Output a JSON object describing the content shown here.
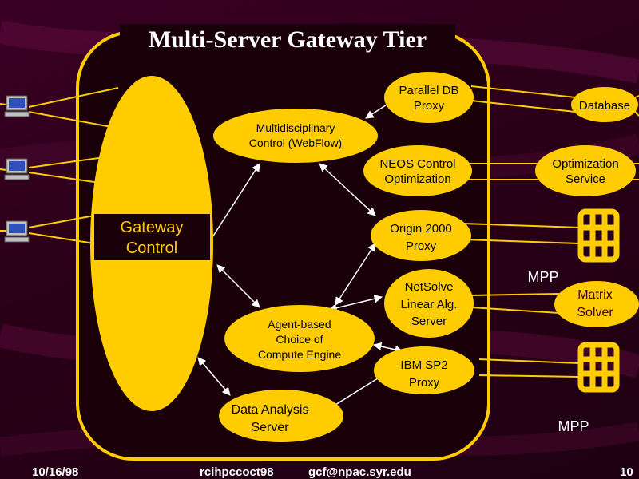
{
  "title": "Multi-Server Gateway Tier",
  "nodes": {
    "gateway_control": [
      "Gateway",
      "Control"
    ],
    "parallel_db_proxy": [
      "Parallel DB",
      "Proxy"
    ],
    "database": [
      "Database"
    ],
    "multidisciplinary": [
      "Multidisciplinary",
      "Control (WebFlow)"
    ],
    "neos": [
      "NEOS Control",
      "Optimization"
    ],
    "optimization_service": [
      "Optimization",
      "Service"
    ],
    "origin_proxy": [
      "Origin 2000",
      "Proxy"
    ],
    "netsolve": [
      "NetSolve",
      "Linear Alg.",
      "Server"
    ],
    "matrix_solver": [
      "Matrix",
      "Solver"
    ],
    "agent_based": [
      "Agent-based",
      "Choice of",
      "Compute Engine"
    ],
    "ibm_sp2": [
      "IBM SP2",
      "Proxy"
    ],
    "data_analysis": [
      "Data Analysis",
      "Server"
    ]
  },
  "mpp_top": "MPP",
  "mpp_bottom": "MPP",
  "footer": {
    "date": "10/16/98",
    "code": "rcihpccoct98",
    "email": "gcf@npac.syr.edu",
    "page": "10"
  },
  "colors": {
    "node": "#ffcc00",
    "background": "#2a0018",
    "border": "#ffcc00"
  },
  "icons": [
    "computer-icon",
    "computer-icon",
    "computer-icon",
    "mpp-grid-icon",
    "mpp-grid-icon"
  ]
}
